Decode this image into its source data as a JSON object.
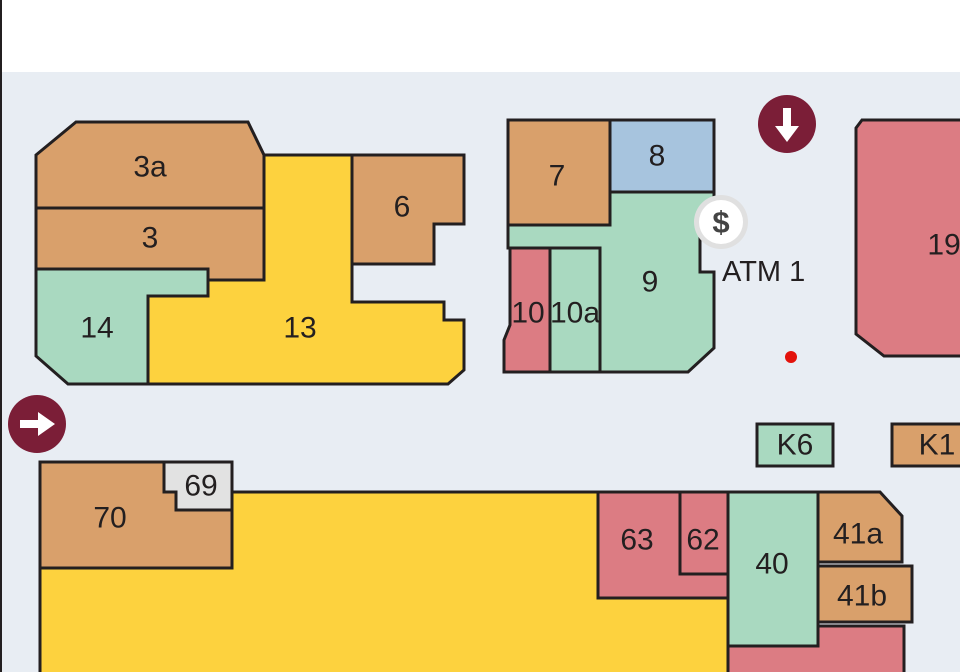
{
  "colors": {
    "floor": "#e8edf3",
    "background": "#ffffff",
    "outline": "#231f20",
    "tan": "#d9a06b",
    "yellow": "#fdd23e",
    "mint": "#a9d9c0",
    "pink": "#dc7c83",
    "blue": "#a7c4de",
    "grey": "#e2e2e2",
    "marker": "#7b1e37",
    "location_dot": "#e3120b"
  },
  "units": {
    "u3a": "3a",
    "u3": "3",
    "u14": "14",
    "u13": "13",
    "u6": "6",
    "u7": "7",
    "u8": "8",
    "u9": "9",
    "u10": "10",
    "u10a": "10a",
    "u19": "19",
    "k6": "K6",
    "k1": "K1",
    "u70": "70",
    "u69": "69",
    "u63": "63",
    "u62": "62",
    "u40": "40",
    "u41a": "41a",
    "u41b": "41b"
  },
  "amenities": {
    "atm_label": "ATM 1",
    "atm_symbol": "$"
  },
  "markers": {
    "entrance_down_icon": "arrow-down-circle",
    "entrance_right_icon": "arrow-right-circle"
  }
}
